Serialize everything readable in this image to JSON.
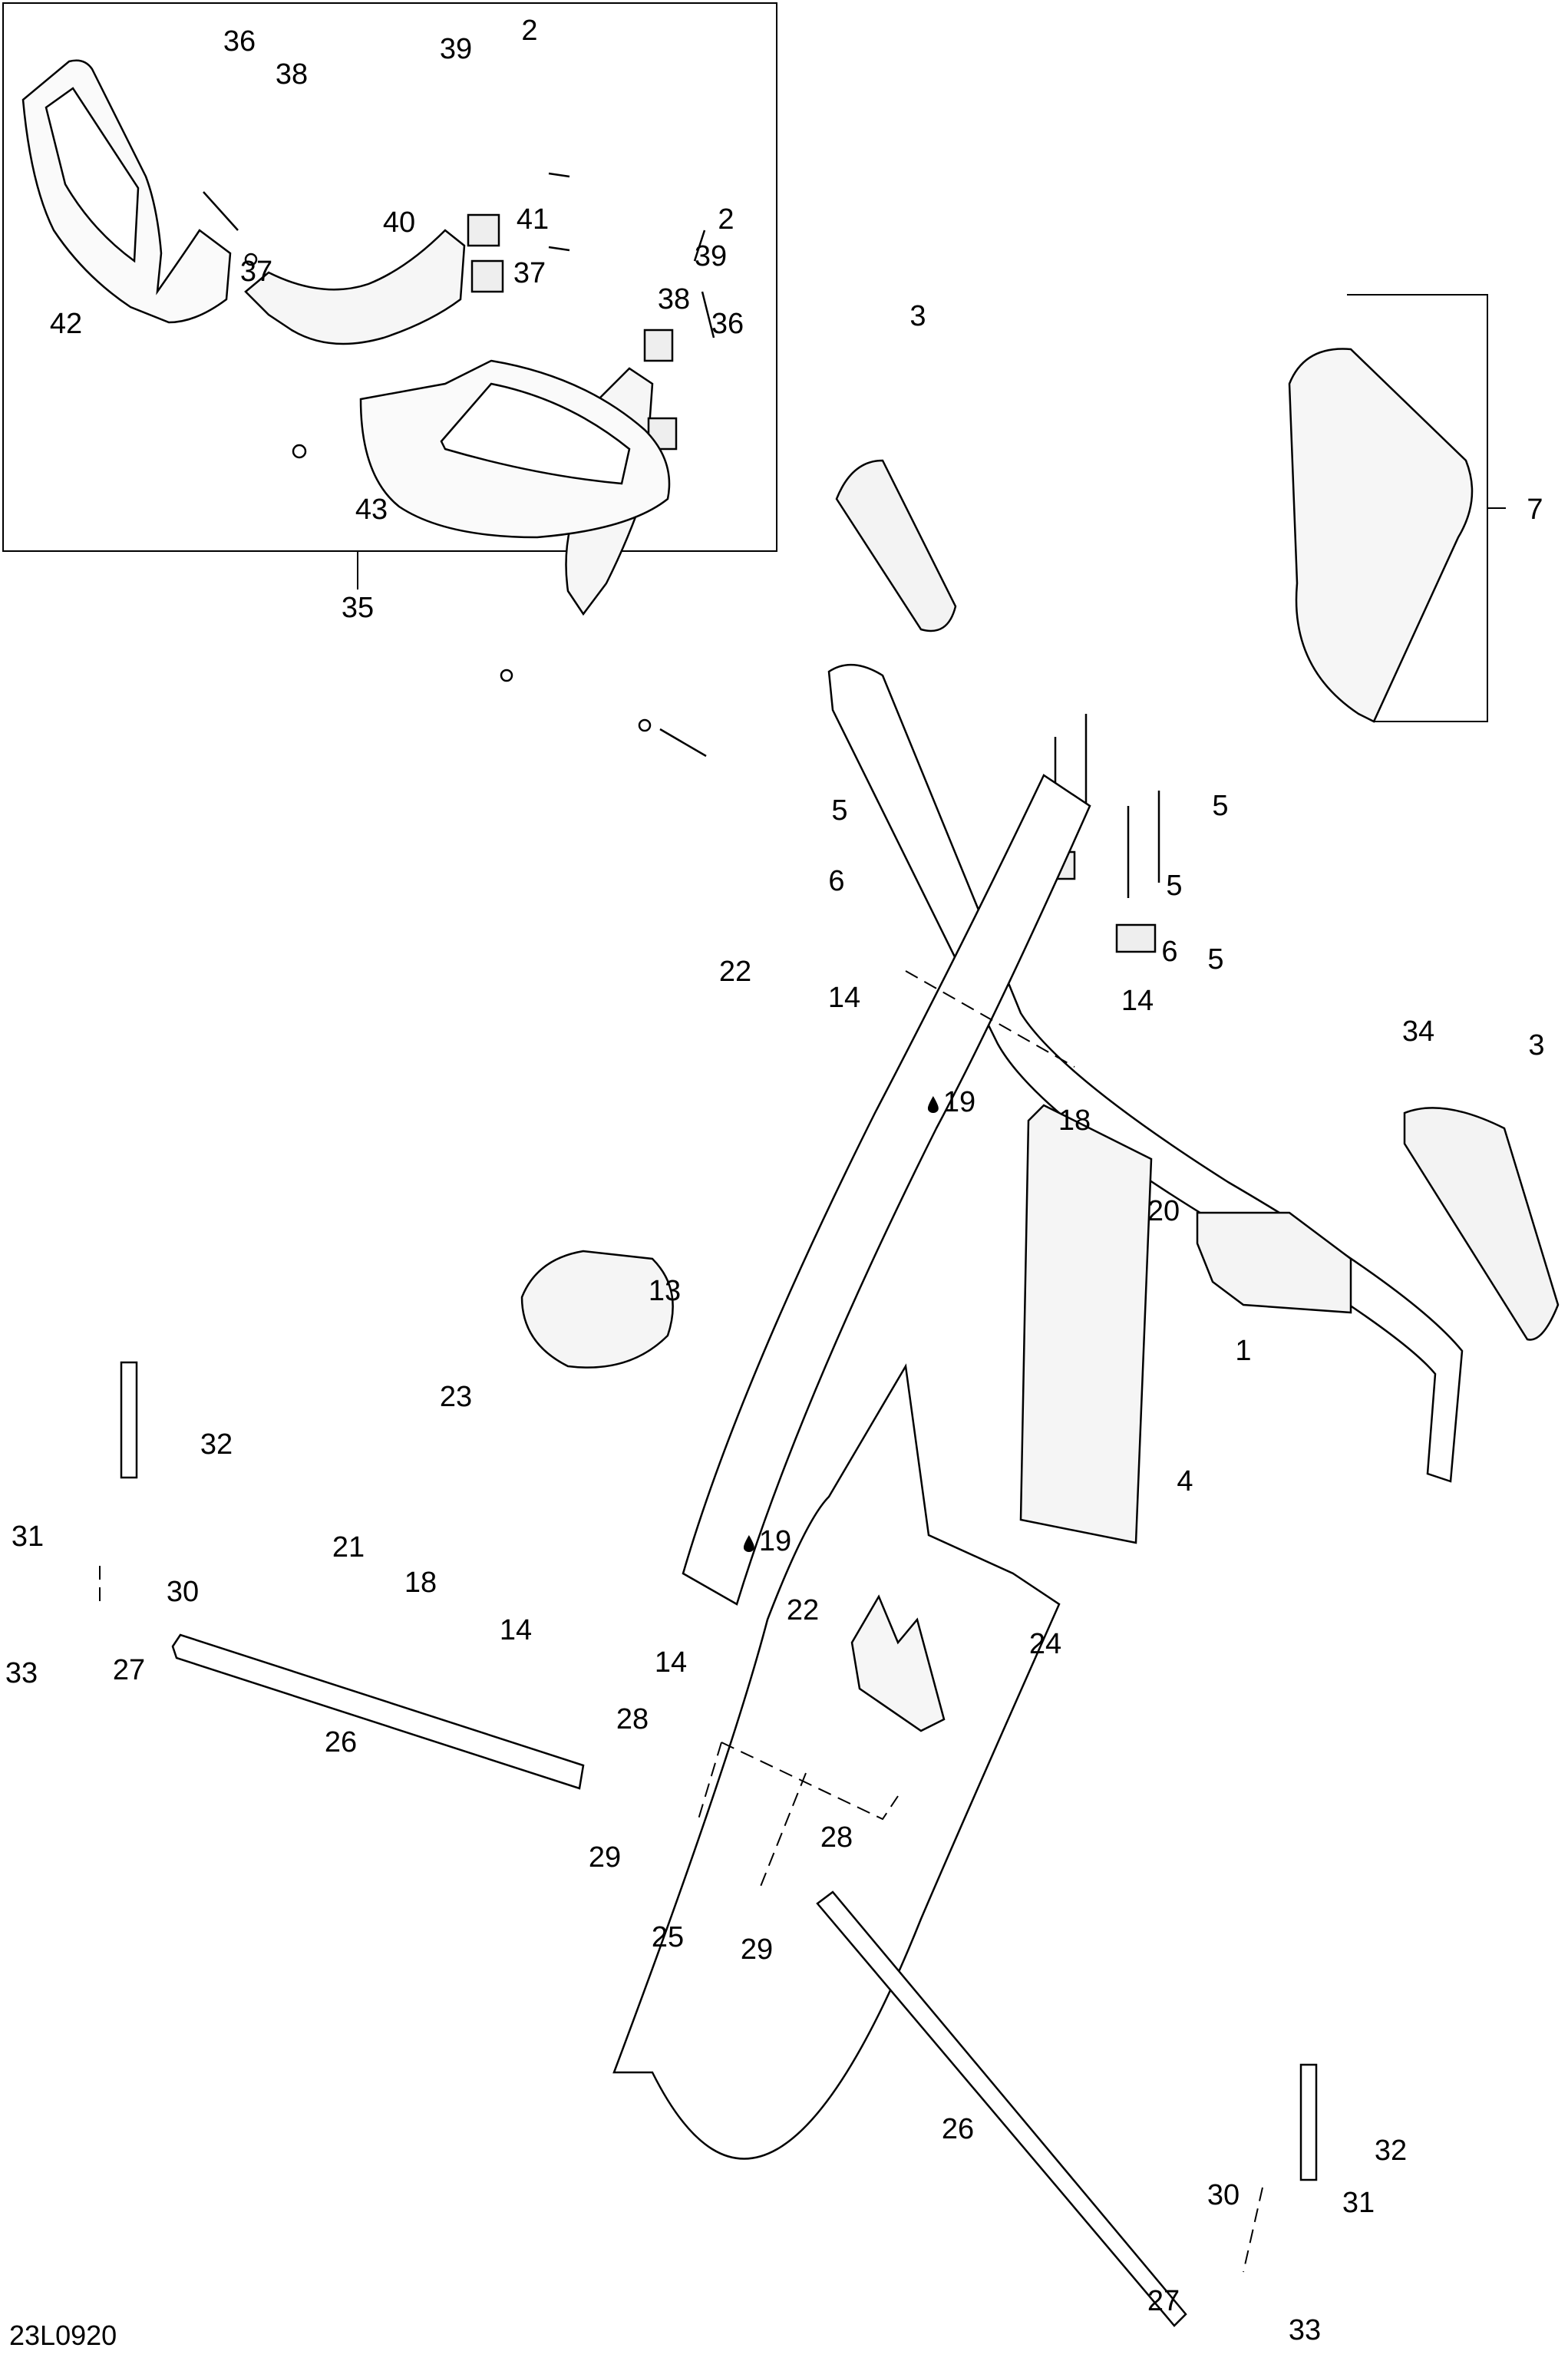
{
  "diagram": {
    "title": "Steering system exploded parts diagram",
    "reference_code": "23L0920",
    "kit_callout": "35",
    "callouts": {
      "handguard_kit": [
        "36",
        "38",
        "39",
        "2",
        "40",
        "37",
        "42",
        "41",
        "2",
        "39",
        "37",
        "38",
        "36",
        "43"
      ],
      "handlebar": [
        "3",
        "7",
        "5",
        "5",
        "3",
        "1",
        "4"
      ],
      "column": [
        "5",
        "6",
        "5",
        "6",
        "22",
        "14",
        "14",
        "34",
        "19",
        "18",
        "20",
        "13",
        "23"
      ],
      "lower": [
        "32",
        "31",
        "21",
        "18",
        "19",
        "14",
        "30",
        "22",
        "33",
        "27",
        "14",
        "24",
        "26",
        "28",
        "29",
        "25",
        "29",
        "28",
        "26",
        "32",
        "30",
        "31",
        "27",
        "33"
      ]
    },
    "lubricant_symbol": "drop-icon"
  }
}
